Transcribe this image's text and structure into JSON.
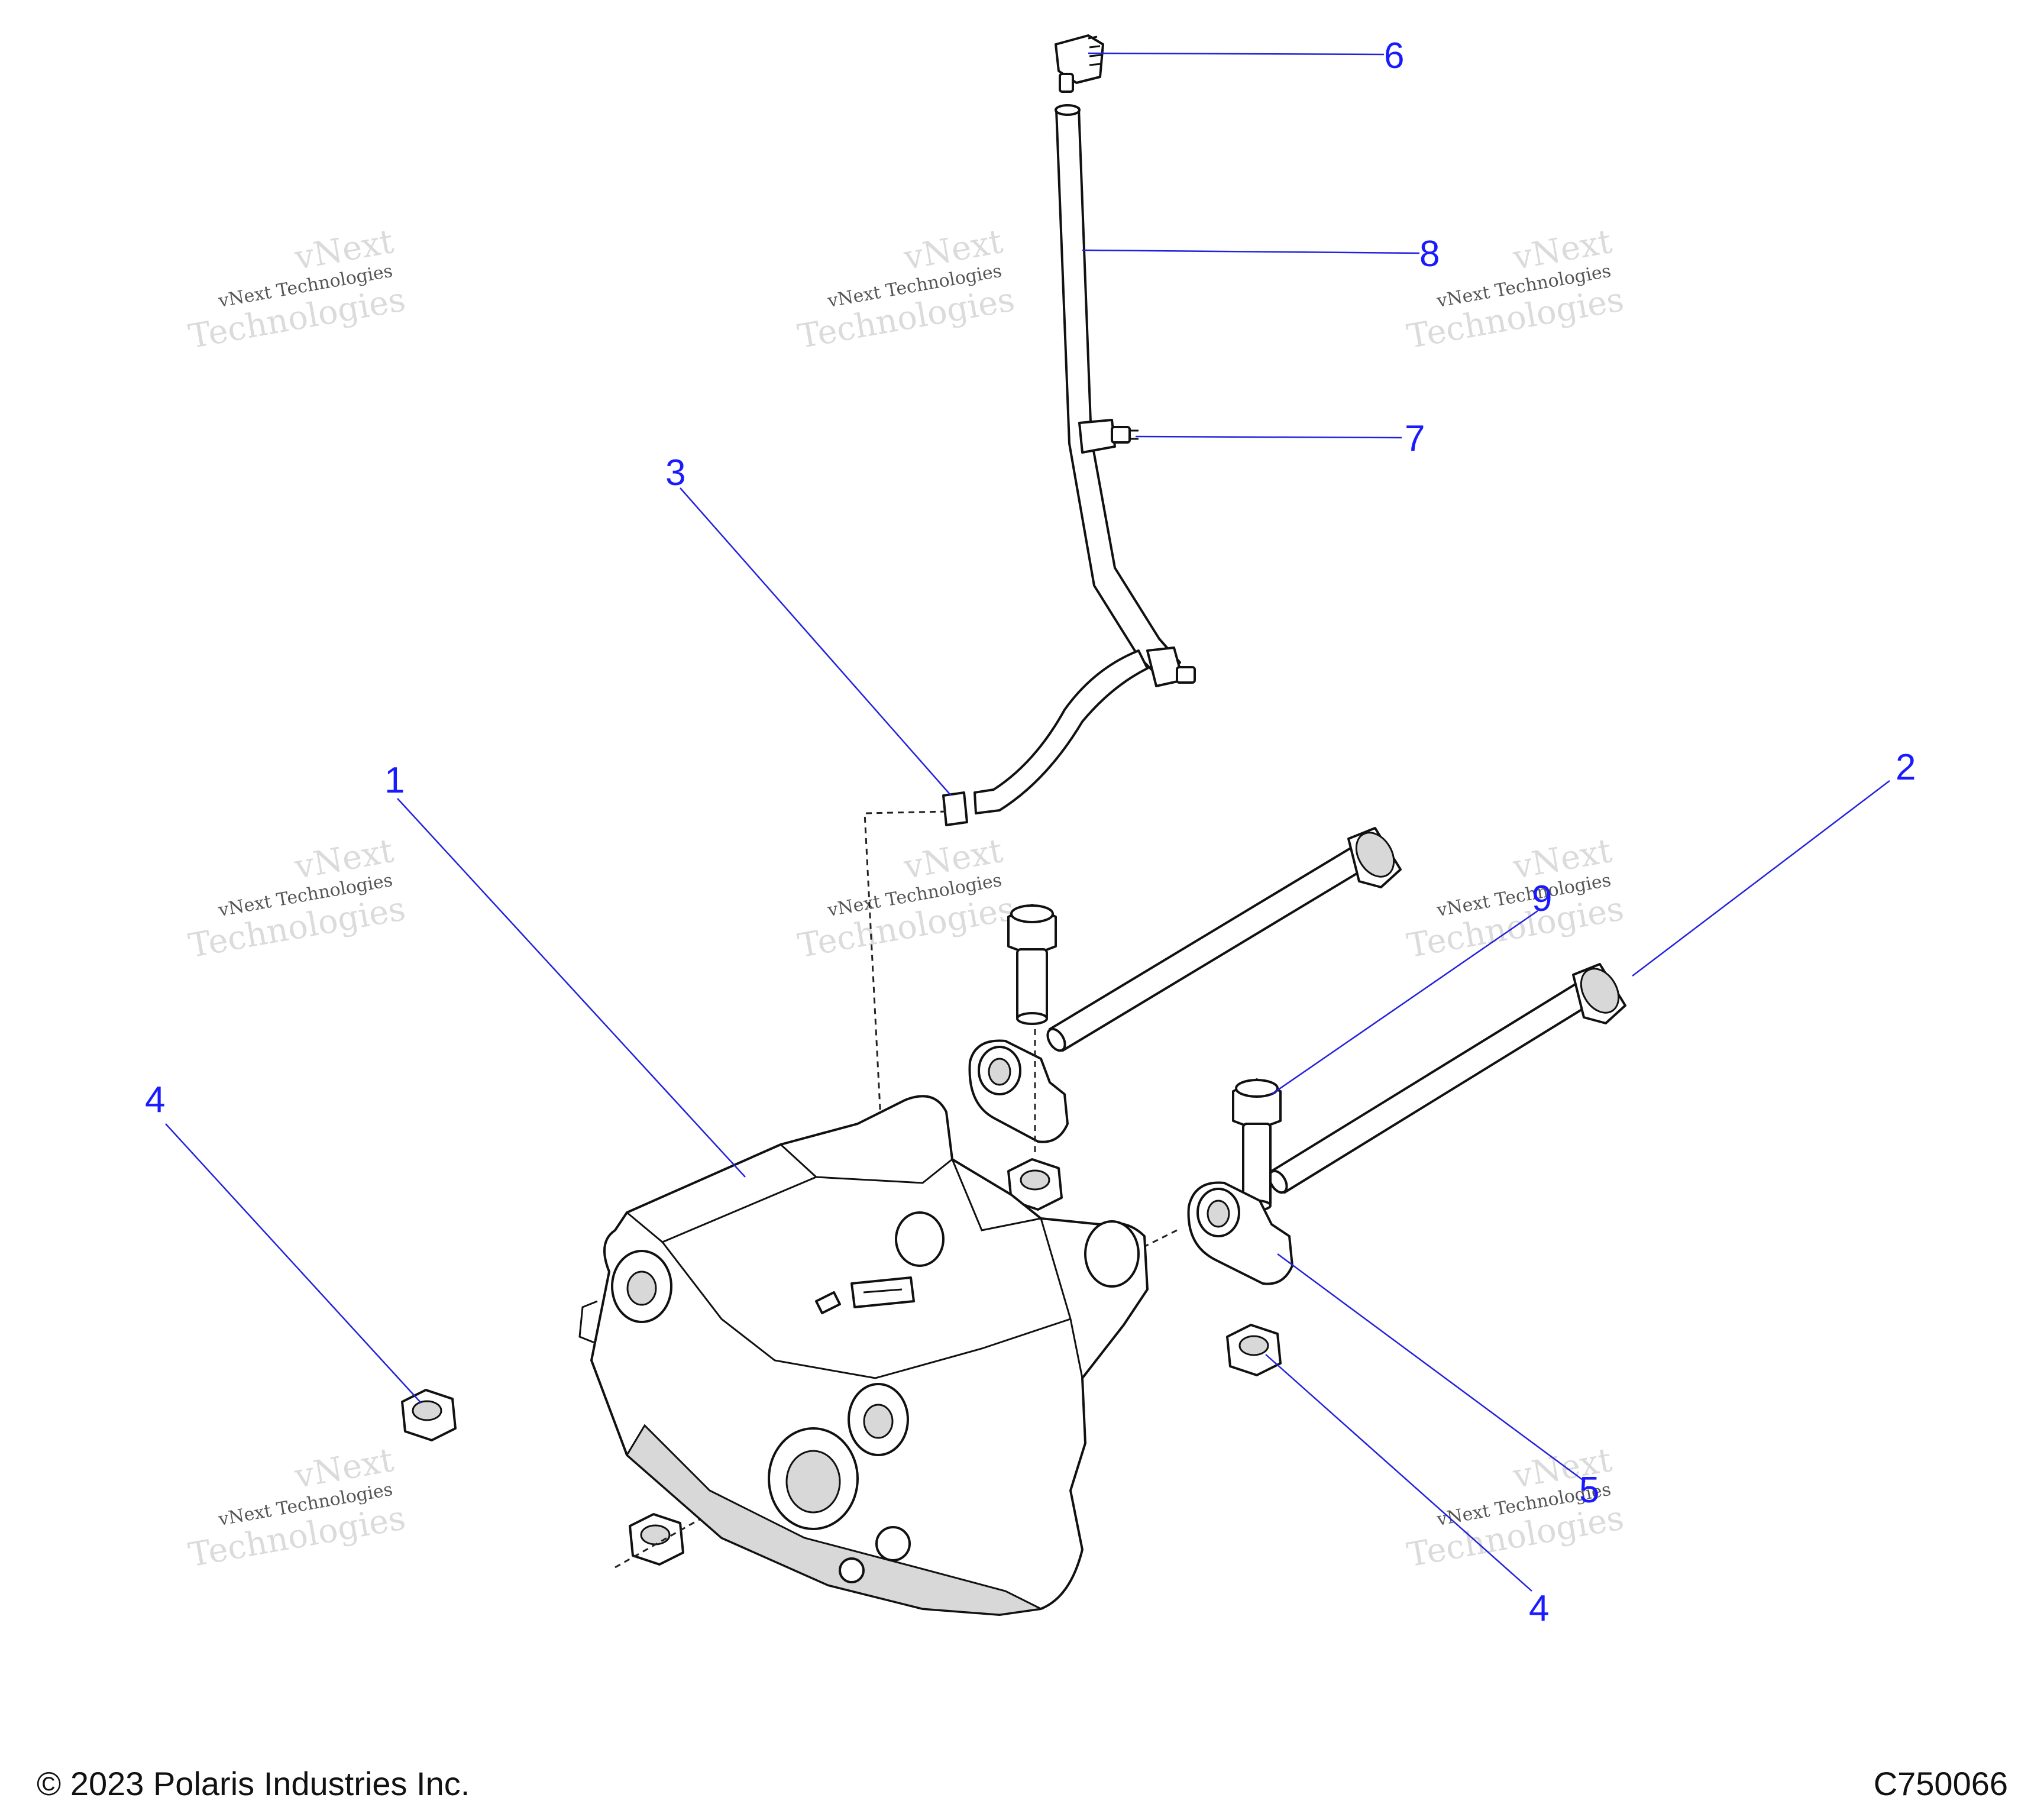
{
  "callouts": [
    {
      "id": "1",
      "label": "1"
    },
    {
      "id": "2",
      "label": "2"
    },
    {
      "id": "3",
      "label": "3"
    },
    {
      "id": "4a",
      "label": "4"
    },
    {
      "id": "4b",
      "label": "4"
    },
    {
      "id": "5",
      "label": "5"
    },
    {
      "id": "6",
      "label": "6"
    },
    {
      "id": "7",
      "label": "7"
    },
    {
      "id": "8",
      "label": "8"
    },
    {
      "id": "9",
      "label": "9"
    }
  ],
  "watermark": {
    "line_small": "vNext Technologies",
    "line_top": "vNext",
    "line_bottom": "Technologies"
  },
  "footer": {
    "copyright": "© 2023 Polaris Industries Inc.",
    "diagram_code": "C750066"
  }
}
